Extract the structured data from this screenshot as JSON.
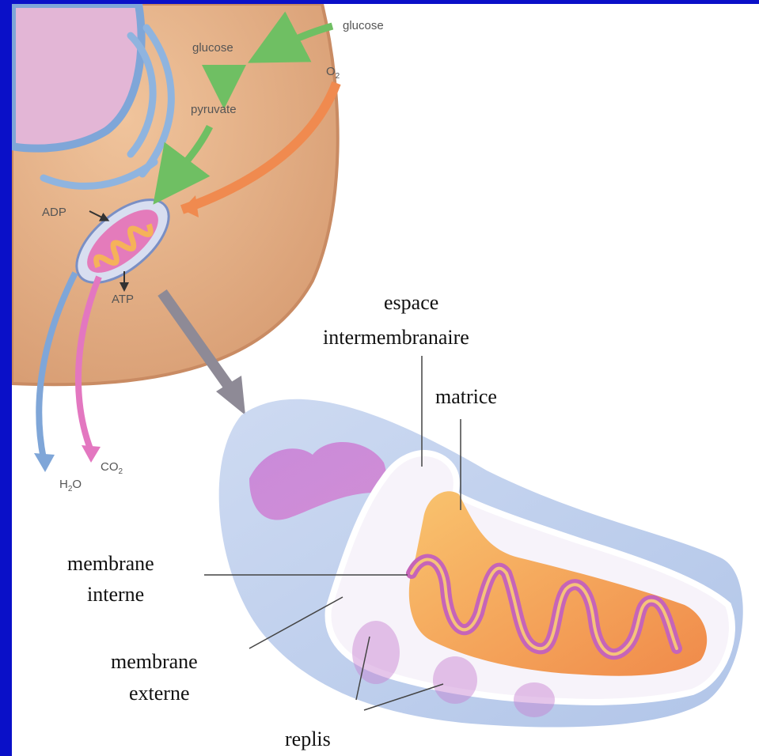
{
  "colors": {
    "background_blue": "#0a10c8",
    "cell_cytoplasm": "#e8b48a",
    "membrane_outer": "#b8cbe8",
    "membrane_inner": "#d77cc9",
    "matrix_orange": "#f6a04f",
    "glucose_arrow": "#6fbf63",
    "oxygen_arrow": "#f08a4f"
  },
  "top_labels": {
    "glucose_outside": "glucose",
    "glucose_inside": "glucose",
    "oxygen": "O",
    "oxygen_sub": "2",
    "pyruvate": "pyruvate",
    "adp": "ADP",
    "atp": "ATP",
    "co2": "CO",
    "co2_sub": "2",
    "h2o_h": "H",
    "h2o_sub": "2",
    "h2o_o": "O"
  },
  "labels": {
    "espace_line1": "espace",
    "espace_line2": "intermembranaire",
    "matrice": "matrice",
    "membrane_interne_line1": "membrane",
    "membrane_interne_line2": "interne",
    "membrane_externe_line1": "membrane",
    "membrane_externe_line2": "externe",
    "replis": "replis"
  }
}
